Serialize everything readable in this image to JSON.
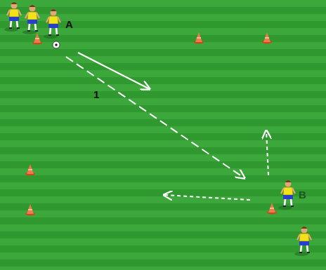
{
  "diagram": {
    "labels": [
      "A",
      "1",
      "B"
    ]
  }
}
